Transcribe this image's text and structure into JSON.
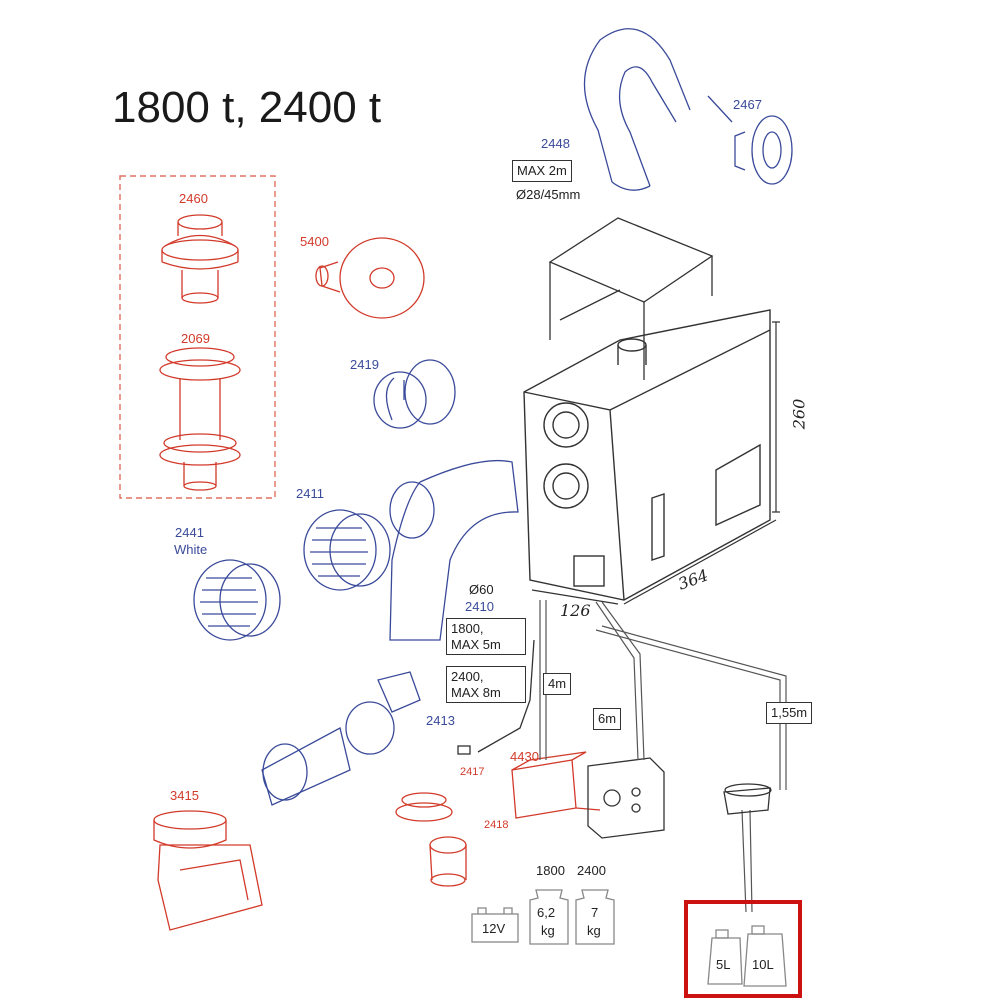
{
  "title": "1800 t, 2400 t",
  "parts": {
    "p2460": "2460",
    "p2069": "2069",
    "p5400": "5400",
    "p2419": "2419",
    "p2411": "2411",
    "p2441": "2441",
    "p2441_note": "White",
    "p2410": "2410",
    "p2413": "2413",
    "p2417": "2417",
    "p2418": "2418",
    "p4430": "4430",
    "p3415": "3415",
    "p2448": "2448",
    "p2467": "2467"
  },
  "duct": {
    "max_length": "MAX 2m",
    "diameter": "Ø28/45mm"
  },
  "exhaust": {
    "diameter": "Ø60",
    "box1_line1": "1800,",
    "box1_line2": "MAX 5m",
    "box2_line1": "2400,",
    "box2_line2": "MAX 8m"
  },
  "cables": {
    "c4m": "4m",
    "c6m": "6m",
    "c155m": "1,55m"
  },
  "dimensions": {
    "height": "260",
    "length": "364",
    "width": "126"
  },
  "specs": {
    "model_1800": "1800",
    "model_2400": "2400",
    "weight_1800_value": "6,2",
    "weight_1800_unit": "kg",
    "weight_2400_value": "7",
    "weight_2400_unit": "kg",
    "voltage": "12V"
  },
  "tank": {
    "small": "5L",
    "large": "10L"
  },
  "colors": {
    "red_parts": "#d23a2a",
    "blue_parts": "#3a4a9a",
    "highlight": "#cc1111"
  }
}
